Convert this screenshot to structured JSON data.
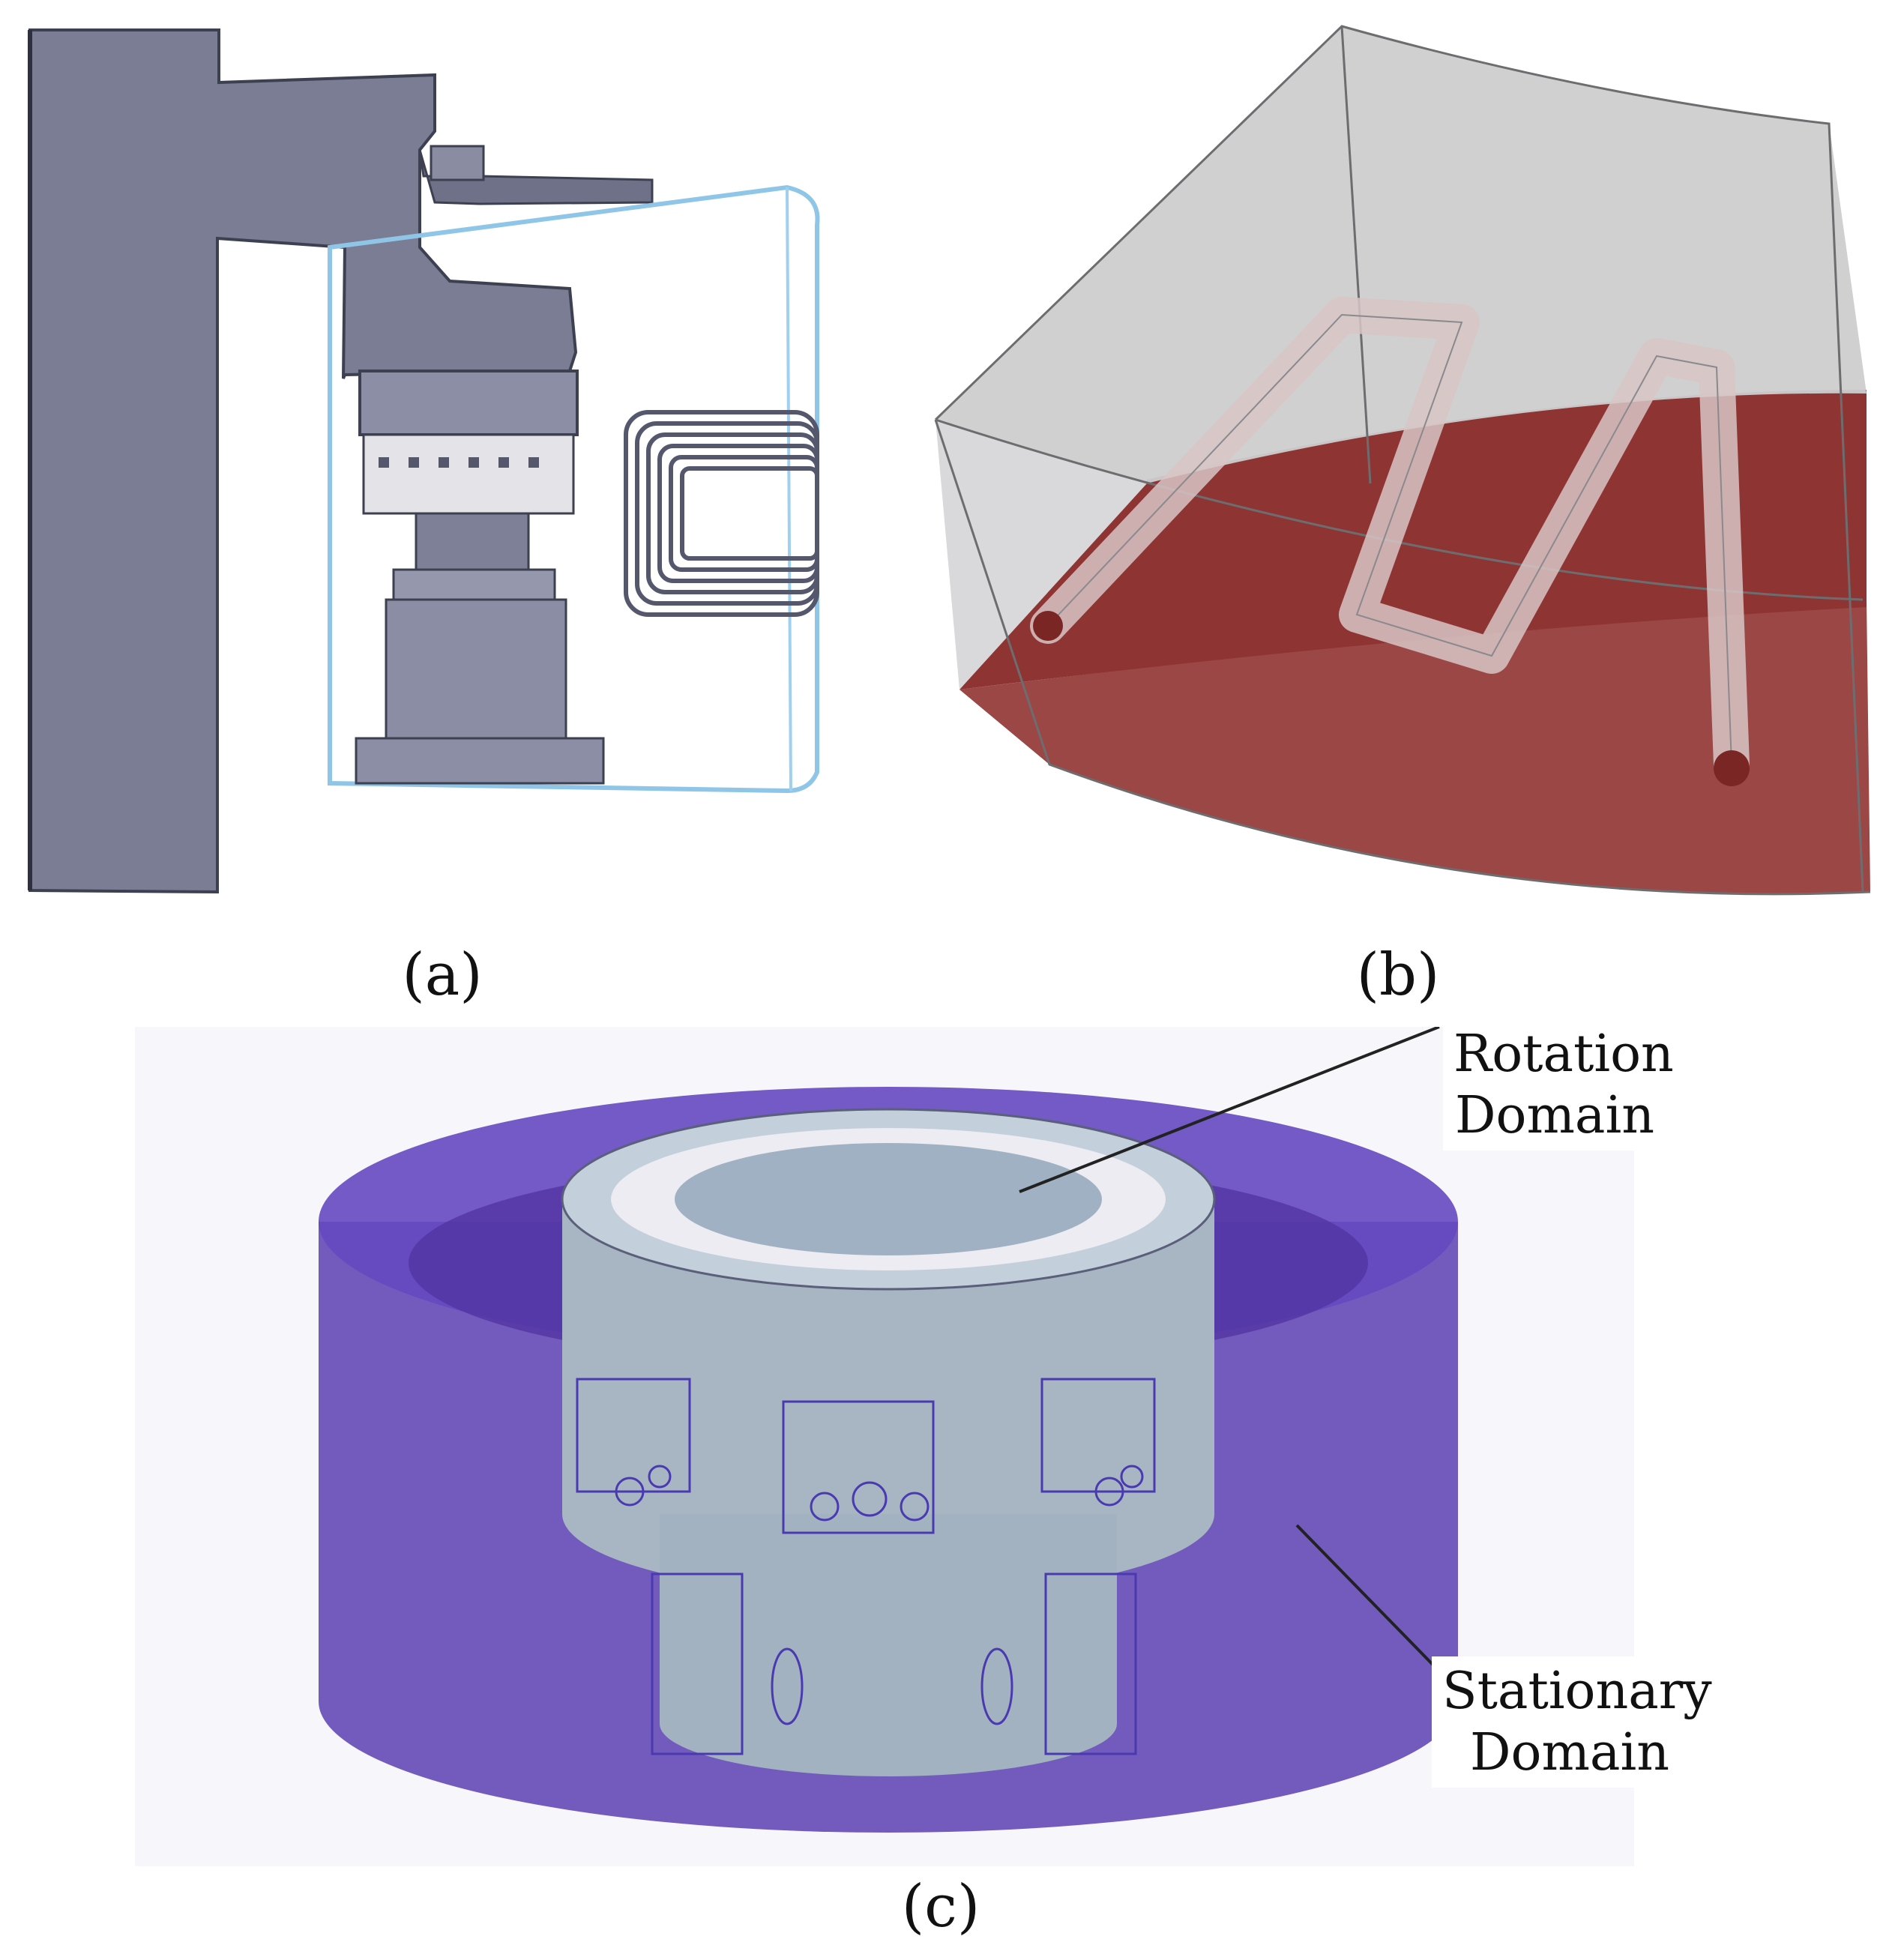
{
  "captions": {
    "a": "(a)",
    "b": "(b)",
    "c": "(c)"
  },
  "annotations": {
    "rotation": {
      "line1": "Rotation",
      "line2": "Domain"
    },
    "stationary": {
      "line1": "Stationary",
      "line2": "Domain"
    }
  },
  "colors": {
    "frame_gray": "#7a7d93",
    "frame_dark": "#55586c",
    "box_edge_blue": "#8fc6e8",
    "tube_red": "#8e3433",
    "translucent_gray": "#c9c9cb",
    "domain_purple": "#5a3fb0",
    "cylinder_steel": "#a8b6c4"
  }
}
